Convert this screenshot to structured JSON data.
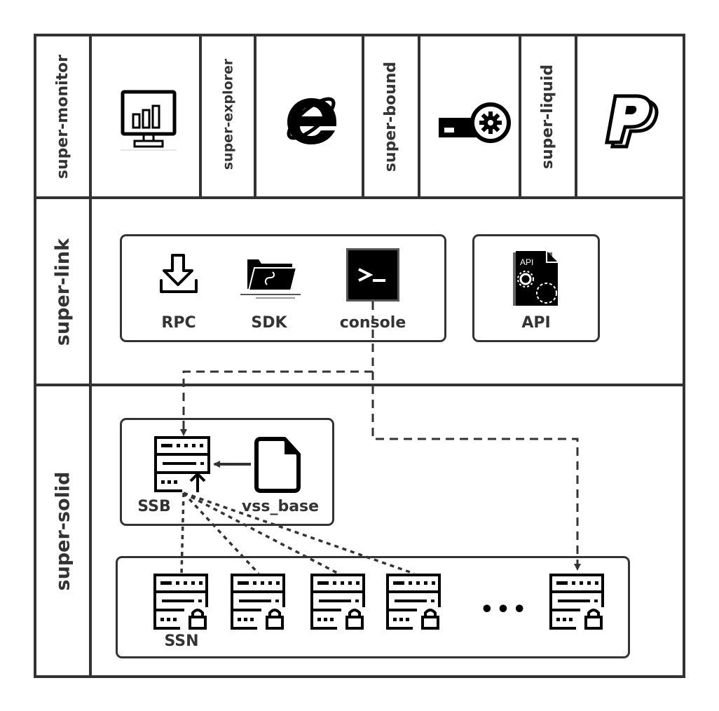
{
  "layers": {
    "top": {
      "label": "super-monitor",
      "products": [
        {
          "label": "super-explorer",
          "icon": "internet-explorer-icon"
        },
        {
          "label": "super-bound",
          "icon": "bound-gear-icon"
        },
        {
          "label": "super-liquid",
          "icon": "paypal-icon"
        }
      ],
      "monitor_icon": "monitor-chart-icon"
    },
    "link": {
      "label": "super-link",
      "tools": [
        {
          "label": "RPC",
          "icon": "download-icon"
        },
        {
          "label": "SDK",
          "icon": "folder-icon"
        },
        {
          "label": "console",
          "icon": "terminal-icon"
        }
      ],
      "api": {
        "label": "API",
        "icon": "api-document-icon",
        "icon_text": "API"
      }
    },
    "solid": {
      "label": "super-solid",
      "ssb": {
        "label": "SSB",
        "icon": "server-upload-icon"
      },
      "vss_base": {
        "label": "vss_base",
        "icon": "file-icon"
      },
      "ssn": {
        "label": "SSN",
        "icon": "server-lock-icon",
        "count_shown": 5
      },
      "ellipsis": "•••"
    }
  },
  "colors": {
    "line": "#333333",
    "icon": "#000000",
    "background": "#ffffff"
  }
}
